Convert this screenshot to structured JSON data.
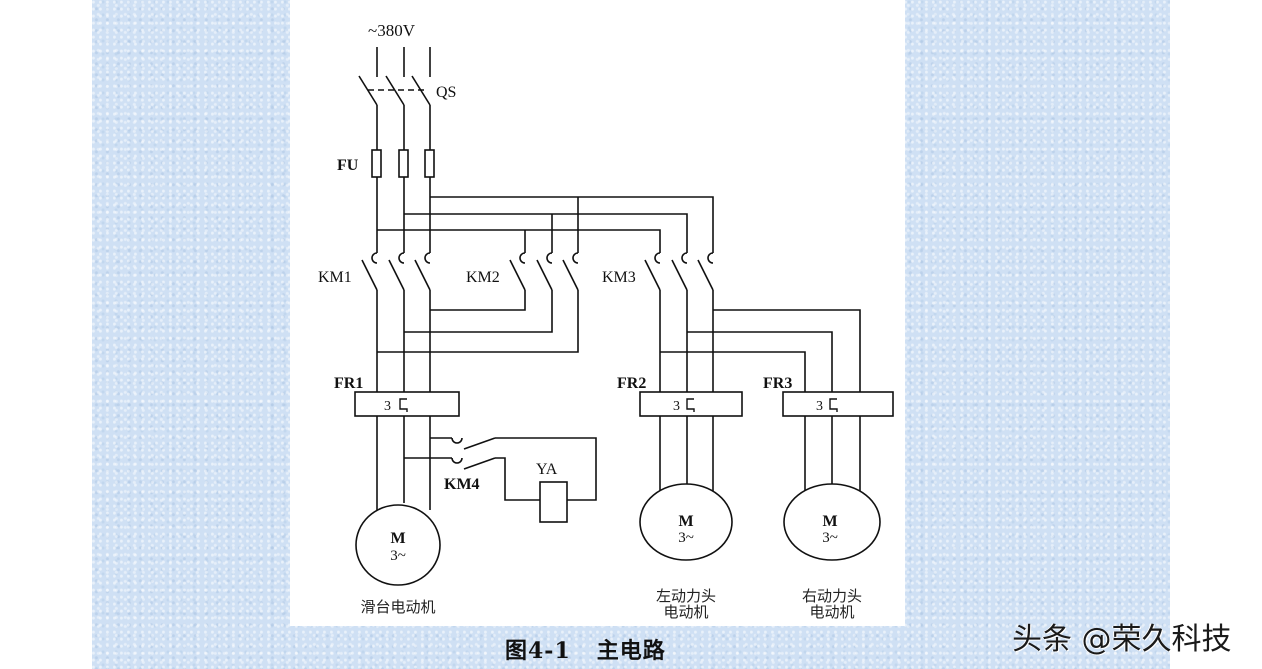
{
  "figure": {
    "caption": "图4-1   主电路",
    "watermark": "头条 @荣久科技"
  },
  "supply": {
    "label": "~380V"
  },
  "components": {
    "isolator": "QS",
    "fuse": "FU",
    "contactors": [
      "KM1",
      "KM2",
      "KM3",
      "KM4"
    ],
    "overloads": [
      "FR1",
      "FR2",
      "FR3"
    ],
    "overload_marking": "3",
    "solenoid": "YA"
  },
  "motors": [
    {
      "symbol": "M",
      "phase": "3~",
      "name": [
        "滑台电动机"
      ]
    },
    {
      "symbol": "M",
      "phase": "3~",
      "name": [
        "左动力头",
        "电动机"
      ]
    },
    {
      "symbol": "M",
      "phase": "3~",
      "name": [
        "右动力头",
        "电动机"
      ]
    }
  ],
  "colors": {
    "background_panel": "#cfe0f4",
    "line": "#111111"
  }
}
